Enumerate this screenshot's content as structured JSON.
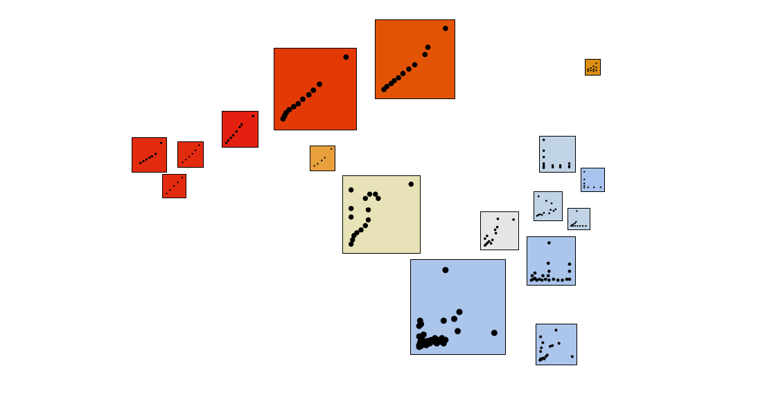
{
  "chart_data": {
    "type": "scatter",
    "title": "",
    "xlabel": "",
    "ylabel": "",
    "grid": false,
    "legend": "none",
    "panels": [
      {
        "id": "p1",
        "color": "#e32b10",
        "points": [
          [
            0.22,
            0.22
          ],
          [
            0.32,
            0.28
          ],
          [
            0.42,
            0.34
          ],
          [
            0.52,
            0.4
          ],
          [
            0.6,
            0.44
          ],
          [
            0.72,
            0.52
          ],
          [
            0.9,
            0.88
          ]
        ]
      },
      {
        "id": "p2",
        "color": "#e32b10",
        "points": [
          [
            0.15,
            0.12
          ],
          [
            0.3,
            0.25
          ],
          [
            0.45,
            0.38
          ],
          [
            0.6,
            0.52
          ],
          [
            0.75,
            0.68
          ],
          [
            0.92,
            0.92
          ]
        ]
      },
      {
        "id": "p3",
        "color": "#e32b10",
        "points": [
          [
            0.12,
            0.1
          ],
          [
            0.3,
            0.28
          ],
          [
            0.5,
            0.48
          ],
          [
            0.7,
            0.68
          ],
          [
            0.92,
            0.92
          ]
        ]
      },
      {
        "id": "p4",
        "color": "#e32010",
        "points": [
          [
            0.08,
            0.06
          ],
          [
            0.14,
            0.14
          ],
          [
            0.22,
            0.22
          ],
          [
            0.3,
            0.3
          ],
          [
            0.4,
            0.42
          ],
          [
            0.5,
            0.56
          ],
          [
            0.56,
            0.64
          ],
          [
            0.92,
            0.9
          ]
        ]
      },
      {
        "id": "p5",
        "color": "#e33a05",
        "points": [
          [
            0.08,
            0.1
          ],
          [
            0.1,
            0.14
          ],
          [
            0.12,
            0.18
          ],
          [
            0.16,
            0.22
          ],
          [
            0.22,
            0.26
          ],
          [
            0.28,
            0.3
          ],
          [
            0.34,
            0.36
          ],
          [
            0.42,
            0.42
          ],
          [
            0.48,
            0.48
          ],
          [
            0.56,
            0.56
          ],
          [
            0.91,
            0.92
          ]
        ]
      },
      {
        "id": "p6",
        "color": "#e35305",
        "points": [
          [
            0.08,
            0.08
          ],
          [
            0.12,
            0.12
          ],
          [
            0.18,
            0.16
          ],
          [
            0.22,
            0.2
          ],
          [
            0.28,
            0.24
          ],
          [
            0.34,
            0.3
          ],
          [
            0.42,
            0.36
          ],
          [
            0.5,
            0.42
          ],
          [
            0.64,
            0.56
          ],
          [
            0.68,
            0.66
          ],
          [
            0.92,
            0.92
          ]
        ]
      },
      {
        "id": "p7",
        "color": "#e8a03c",
        "points": [
          [
            0.12,
            0.12
          ],
          [
            0.28,
            0.22
          ],
          [
            0.48,
            0.38
          ],
          [
            0.62,
            0.52
          ],
          [
            0.94,
            0.94
          ]
        ]
      },
      {
        "id": "p8",
        "color": "#e8e2b8",
        "points": [
          [
            0.08,
            0.08
          ],
          [
            0.1,
            0.14
          ],
          [
            0.12,
            0.2
          ],
          [
            0.16,
            0.24
          ],
          [
            0.22,
            0.28
          ],
          [
            0.28,
            0.34
          ],
          [
            0.32,
            0.42
          ],
          [
            0.08,
            0.46
          ],
          [
            0.08,
            0.58
          ],
          [
            0.32,
            0.56
          ],
          [
            0.28,
            0.72
          ],
          [
            0.34,
            0.78
          ],
          [
            0.42,
            0.78
          ],
          [
            0.46,
            0.72
          ],
          [
            0.08,
            0.84
          ],
          [
            0.92,
            0.92
          ]
        ]
      },
      {
        "id": "p9",
        "color": "#dc8f12",
        "points": [
          [
            0.1,
            0.15
          ],
          [
            0.1,
            0.3
          ],
          [
            0.35,
            0.2
          ],
          [
            0.35,
            0.4
          ],
          [
            0.6,
            0.15
          ],
          [
            0.6,
            0.3
          ],
          [
            0.6,
            0.55
          ],
          [
            0.85,
            0.2
          ],
          [
            0.85,
            0.45
          ],
          [
            0.85,
            0.8
          ]
        ]
      },
      {
        "id": "p10",
        "color": "#c0d4e6",
        "points": [
          [
            0.08,
            0.06
          ],
          [
            0.08,
            0.1
          ],
          [
            0.08,
            0.14
          ],
          [
            0.08,
            0.2
          ],
          [
            0.08,
            0.4
          ],
          [
            0.08,
            0.6
          ],
          [
            0.36,
            0.08
          ],
          [
            0.36,
            0.14
          ],
          [
            0.6,
            0.08
          ],
          [
            0.6,
            0.14
          ],
          [
            0.88,
            0.08
          ],
          [
            0.88,
            0.12
          ],
          [
            0.88,
            0.2
          ],
          [
            0.08,
            0.94
          ]
        ]
      },
      {
        "id": "p11",
        "color": "#a8c3ee",
        "points": [
          [
            0.08,
            0.08
          ],
          [
            0.08,
            0.18
          ],
          [
            0.08,
            0.3
          ],
          [
            0.08,
            0.5
          ],
          [
            0.28,
            0.1
          ],
          [
            0.58,
            0.1
          ],
          [
            0.92,
            0.1
          ],
          [
            0.08,
            0.9
          ]
        ]
      },
      {
        "id": "p12",
        "color": "#c0d4e6",
        "points": [
          [
            0.06,
            0.1
          ],
          [
            0.12,
            0.14
          ],
          [
            0.18,
            0.16
          ],
          [
            0.26,
            0.14
          ],
          [
            0.34,
            0.22
          ],
          [
            0.56,
            0.2
          ],
          [
            0.62,
            0.34
          ],
          [
            0.74,
            0.3
          ],
          [
            0.82,
            0.36
          ],
          [
            0.66,
            0.6
          ],
          [
            0.44,
            0.7
          ],
          [
            0.12,
            0.88
          ]
        ]
      },
      {
        "id": "p13",
        "color": "#c0d4e6",
        "points": [
          [
            0.08,
            0.08
          ],
          [
            0.18,
            0.08
          ],
          [
            0.3,
            0.08
          ],
          [
            0.44,
            0.08
          ],
          [
            0.58,
            0.08
          ],
          [
            0.74,
            0.08
          ],
          [
            0.9,
            0.08
          ],
          [
            0.14,
            0.14
          ],
          [
            0.22,
            0.18
          ],
          [
            0.3,
            0.24
          ],
          [
            0.36,
            0.32
          ],
          [
            0.4,
            0.94
          ]
        ]
      },
      {
        "id": "p14",
        "color": "#e6e6e6",
        "points": [
          [
            0.08,
            0.06
          ],
          [
            0.12,
            0.1
          ],
          [
            0.16,
            0.14
          ],
          [
            0.2,
            0.18
          ],
          [
            0.26,
            0.12
          ],
          [
            0.3,
            0.22
          ],
          [
            0.08,
            0.26
          ],
          [
            0.14,
            0.34
          ],
          [
            0.4,
            0.42
          ],
          [
            0.38,
            0.52
          ],
          [
            0.44,
            0.6
          ],
          [
            0.46,
            0.84
          ],
          [
            0.92,
            0.82
          ]
        ]
      },
      {
        "id": "p15",
        "color": "#abc5eb",
        "points": [
          [
            0.06,
            0.06
          ],
          [
            0.1,
            0.08
          ],
          [
            0.14,
            0.1
          ],
          [
            0.18,
            0.06
          ],
          [
            0.24,
            0.08
          ],
          [
            0.3,
            0.06
          ],
          [
            0.38,
            0.08
          ],
          [
            0.46,
            0.06
          ],
          [
            0.56,
            0.08
          ],
          [
            0.66,
            0.06
          ],
          [
            0.76,
            0.06
          ],
          [
            0.86,
            0.08
          ],
          [
            0.92,
            0.08
          ],
          [
            0.08,
            0.16
          ],
          [
            0.14,
            0.22
          ],
          [
            0.32,
            0.16
          ],
          [
            0.44,
            0.16
          ],
          [
            0.46,
            0.26
          ],
          [
            0.44,
            0.44
          ],
          [
            0.92,
            0.26
          ],
          [
            0.92,
            0.42
          ],
          [
            0.46,
            0.9
          ]
        ]
      },
      {
        "id": "p16",
        "color": "#abc5eb",
        "points": [
          [
            0.06,
            0.06
          ],
          [
            0.08,
            0.1
          ],
          [
            0.1,
            0.08
          ],
          [
            0.14,
            0.12
          ],
          [
            0.18,
            0.1
          ],
          [
            0.22,
            0.16
          ],
          [
            0.26,
            0.2
          ],
          [
            0.08,
            0.3
          ],
          [
            0.1,
            0.4
          ],
          [
            0.14,
            0.54
          ],
          [
            0.34,
            0.44
          ],
          [
            0.4,
            0.46
          ],
          [
            0.58,
            0.52
          ],
          [
            0.94,
            0.16
          ],
          [
            0.08,
            0.7
          ],
          [
            0.5,
            0.88
          ]
        ]
      },
      {
        "id": "p17",
        "color": "#abc5eb",
        "points": [
          [
            0.06,
            0.04
          ],
          [
            0.06,
            0.06
          ],
          [
            0.08,
            0.05
          ],
          [
            0.07,
            0.09
          ],
          [
            0.1,
            0.07
          ],
          [
            0.08,
            0.12
          ],
          [
            0.12,
            0.1
          ],
          [
            0.09,
            0.15
          ],
          [
            0.14,
            0.06
          ],
          [
            0.16,
            0.11
          ],
          [
            0.18,
            0.08
          ],
          [
            0.06,
            0.16
          ],
          [
            0.11,
            0.18
          ],
          [
            0.2,
            0.12
          ],
          [
            0.22,
            0.1
          ],
          [
            0.24,
            0.14
          ],
          [
            0.26,
            0.08
          ],
          [
            0.28,
            0.12
          ],
          [
            0.3,
            0.1
          ],
          [
            0.32,
            0.14
          ],
          [
            0.34,
            0.08
          ],
          [
            0.36,
            0.12
          ],
          [
            0.06,
            0.28
          ],
          [
            0.07,
            0.34
          ],
          [
            0.08,
            0.3
          ],
          [
            0.34,
            0.34
          ],
          [
            0.46,
            0.36
          ],
          [
            0.5,
            0.22
          ],
          [
            0.52,
            0.44
          ],
          [
            0.92,
            0.2
          ],
          [
            0.36,
            0.92
          ]
        ]
      }
    ]
  }
}
